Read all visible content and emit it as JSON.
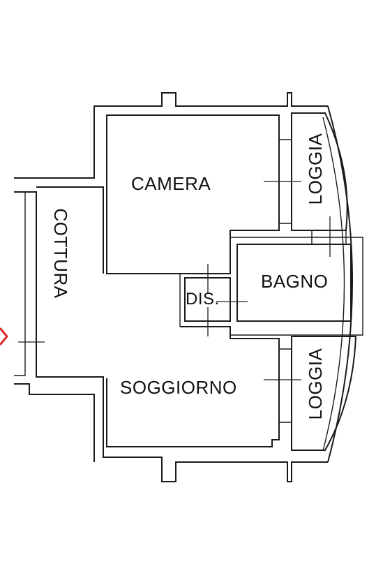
{
  "rooms": {
    "camera": "CAMERA",
    "loggia_top": "LOGGIA",
    "cottura": "COTTURA",
    "bagno": "BAGNO",
    "dis": "DIS.",
    "soggiorno": "SOGGIORNO",
    "loggia_bottom": "LOGGIA"
  },
  "colors": {
    "walls": "#1a1a1a",
    "entrance_marker": "#d9262b"
  }
}
